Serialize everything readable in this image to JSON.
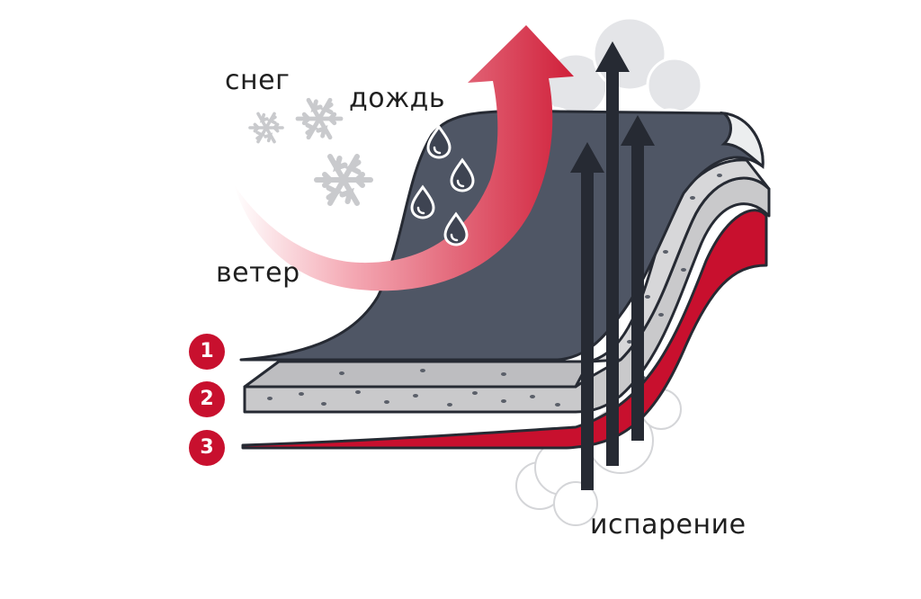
{
  "labels": {
    "snow": "снег",
    "rain": "дождь",
    "wind": "ветер",
    "evaporation": "испарение"
  },
  "layers": [
    {
      "number": "1"
    },
    {
      "number": "2"
    },
    {
      "number": "3"
    }
  ],
  "colors": {
    "accent_red": "#c8102e",
    "membrane_gray": "#4f5665",
    "insulation_gray": "#c9c9cb",
    "arrow_dark": "#262a33",
    "cloud_gray": "#e3e4e6"
  }
}
